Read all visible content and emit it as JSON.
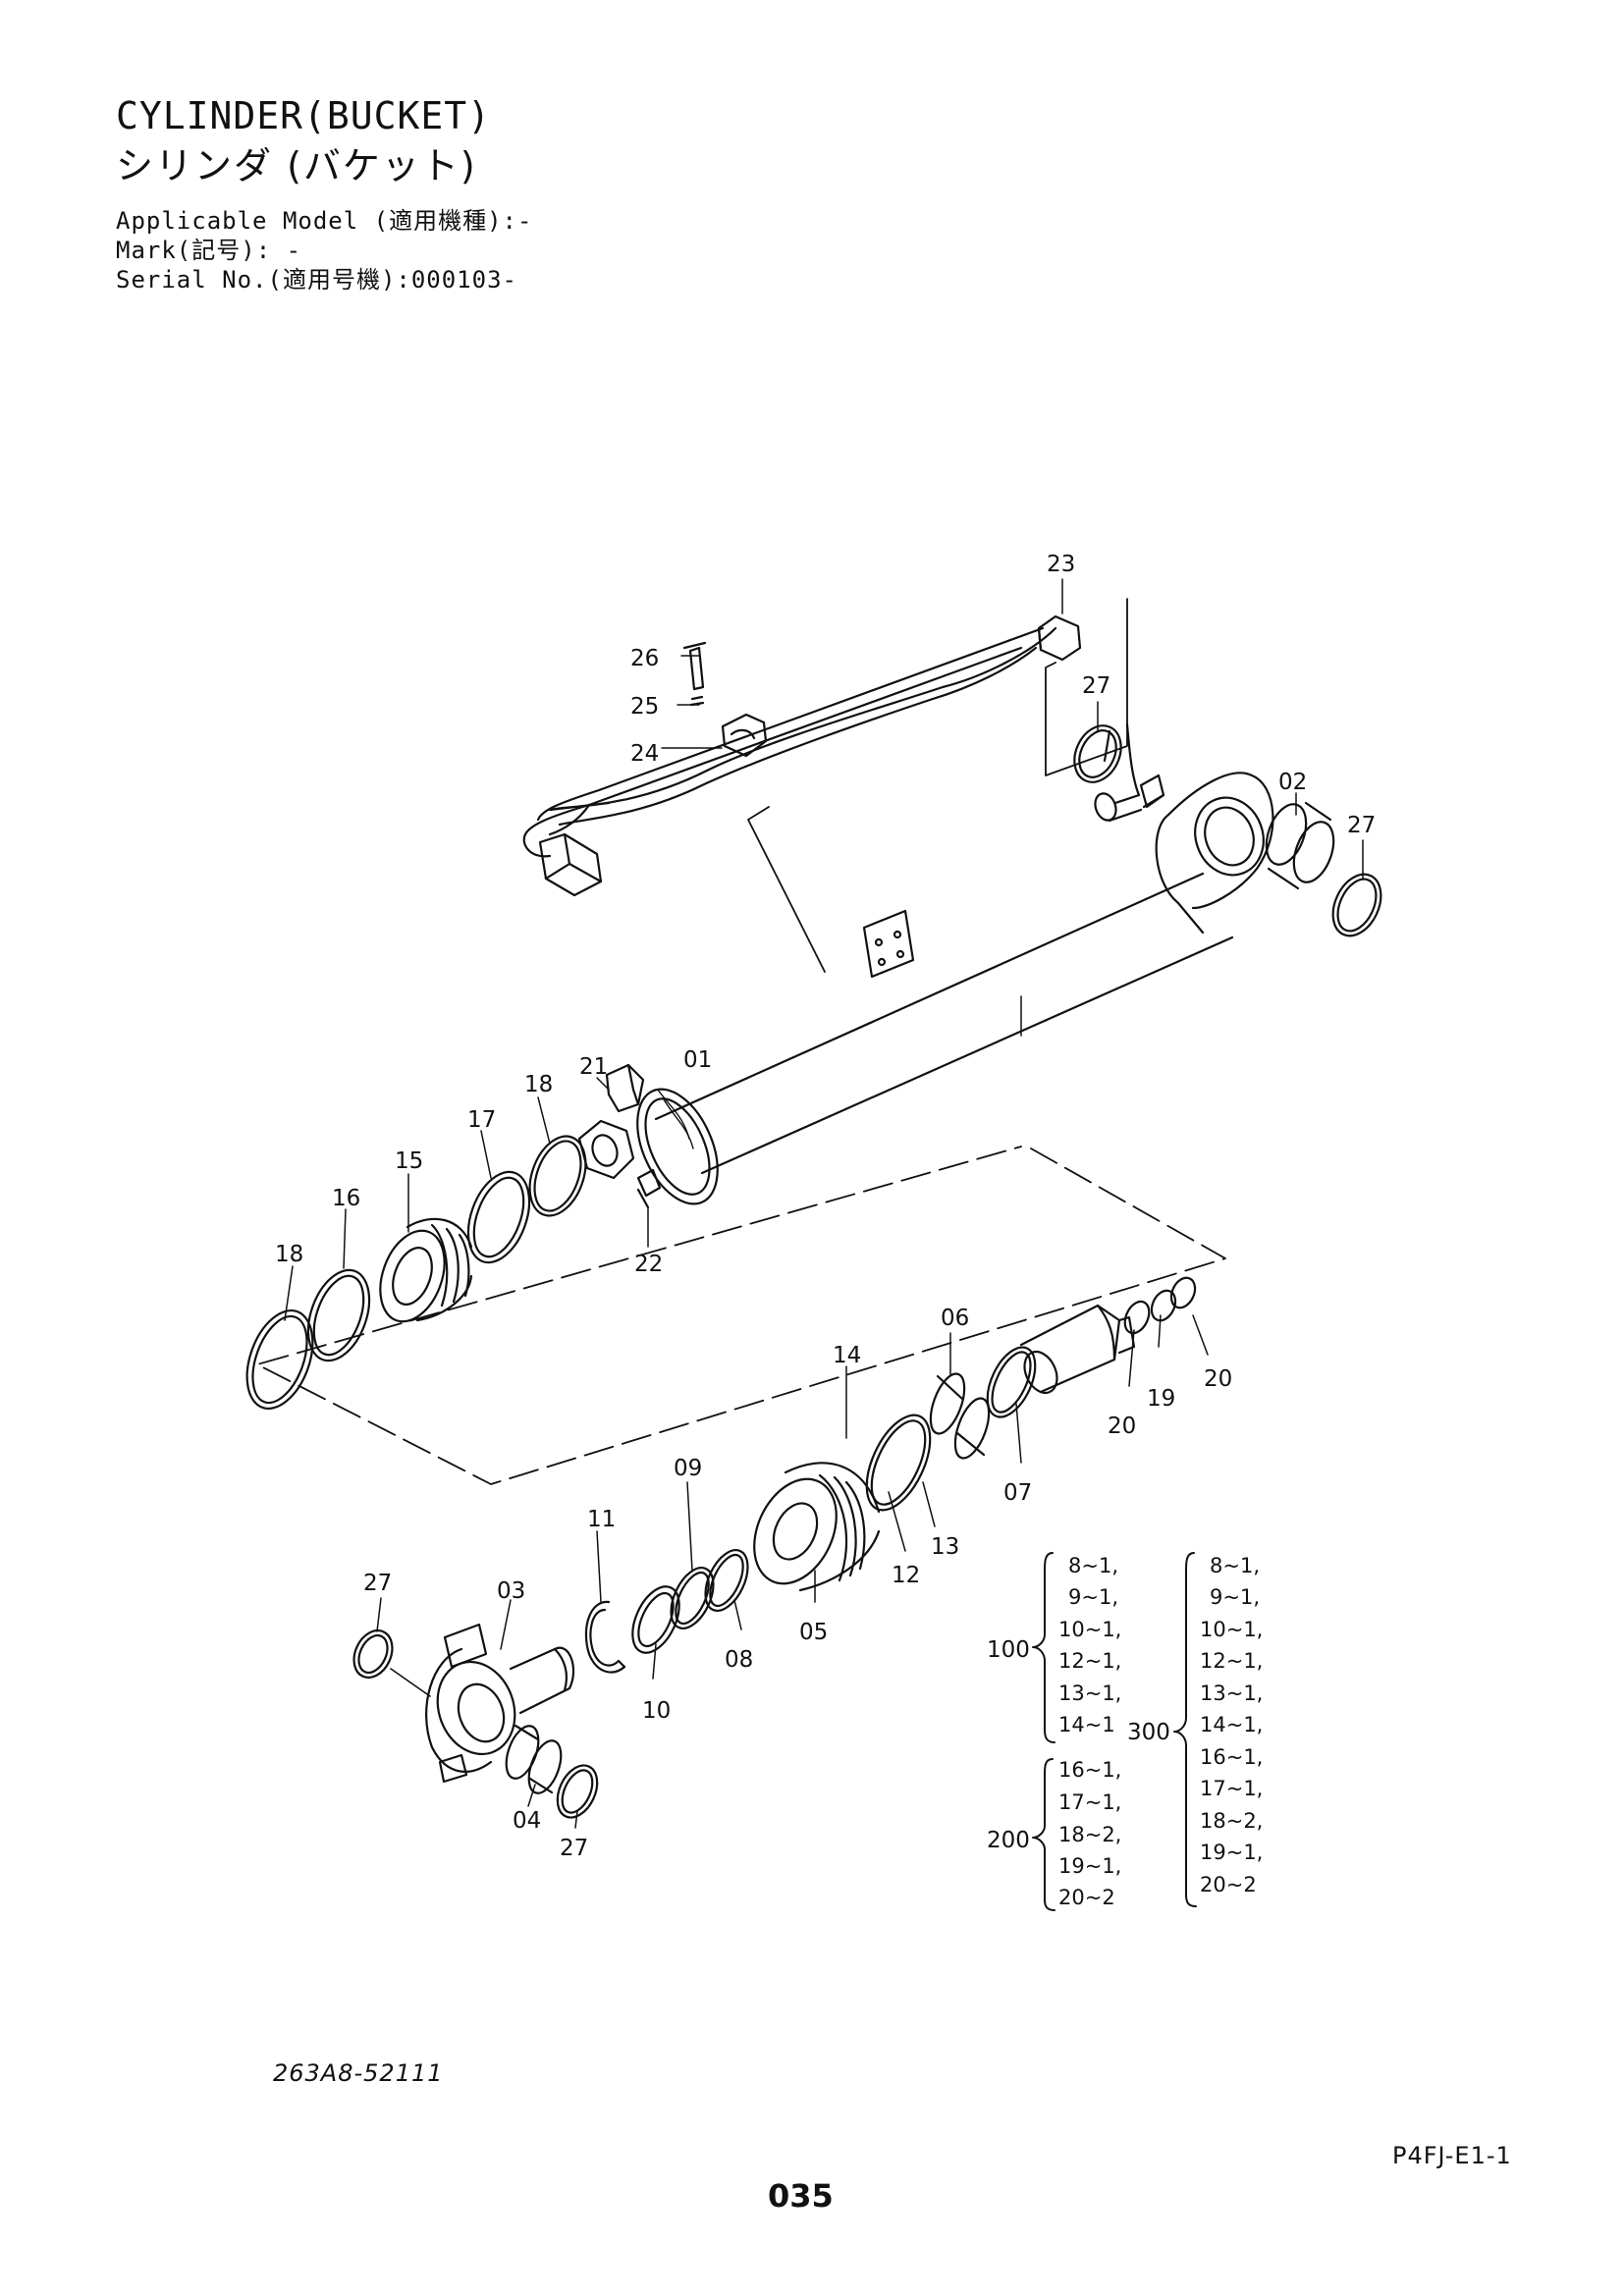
{
  "header": {
    "title_en": "CYLINDER(BUCKET)",
    "title_jp": "シリンダ (バケット)",
    "applicable_model": "Applicable Model (適用機種):-",
    "mark": "Mark(記号): -",
    "serial_no": "Serial No.(適用号機):000103-"
  },
  "callouts": {
    "p01": "01",
    "p02": "02",
    "p03": "03",
    "p04": "04",
    "p05": "05",
    "p06": "06",
    "p07": "07",
    "p08": "08",
    "p09": "09",
    "p10": "10",
    "p11": "11",
    "p12": "12",
    "p13": "13",
    "p14": "14",
    "p15": "15",
    "p16": "16",
    "p17": "17",
    "p18a": "18",
    "p18b": "18",
    "p19": "19",
    "p20a": "20",
    "p20b": "20",
    "p21": "21",
    "p22": "22",
    "p23": "23",
    "p24": "24",
    "p25": "25",
    "p26": "26",
    "p27a": "27",
    "p27b": "27",
    "p27c": "27",
    "p27d": "27"
  },
  "kits": {
    "k100": {
      "no": "100",
      "items": [
        "8~1,",
        "9~1,",
        "10~1,",
        "12~1,",
        "13~1,",
        "14~1"
      ]
    },
    "k200": {
      "no": "200",
      "items": [
        "16~1,",
        "17~1,",
        "18~2,",
        "19~1,",
        "20~2"
      ]
    },
    "k300": {
      "no": "300",
      "items": [
        "8~1,",
        "9~1,",
        "10~1,",
        "12~1,",
        "13~1,",
        "14~1,",
        "16~1,",
        "17~1,",
        "18~2,",
        "19~1,",
        "20~2"
      ]
    }
  },
  "footer": {
    "drawing_no": "263A8-52111",
    "reference": "P4FJ-E1-1",
    "page_no": "035"
  }
}
